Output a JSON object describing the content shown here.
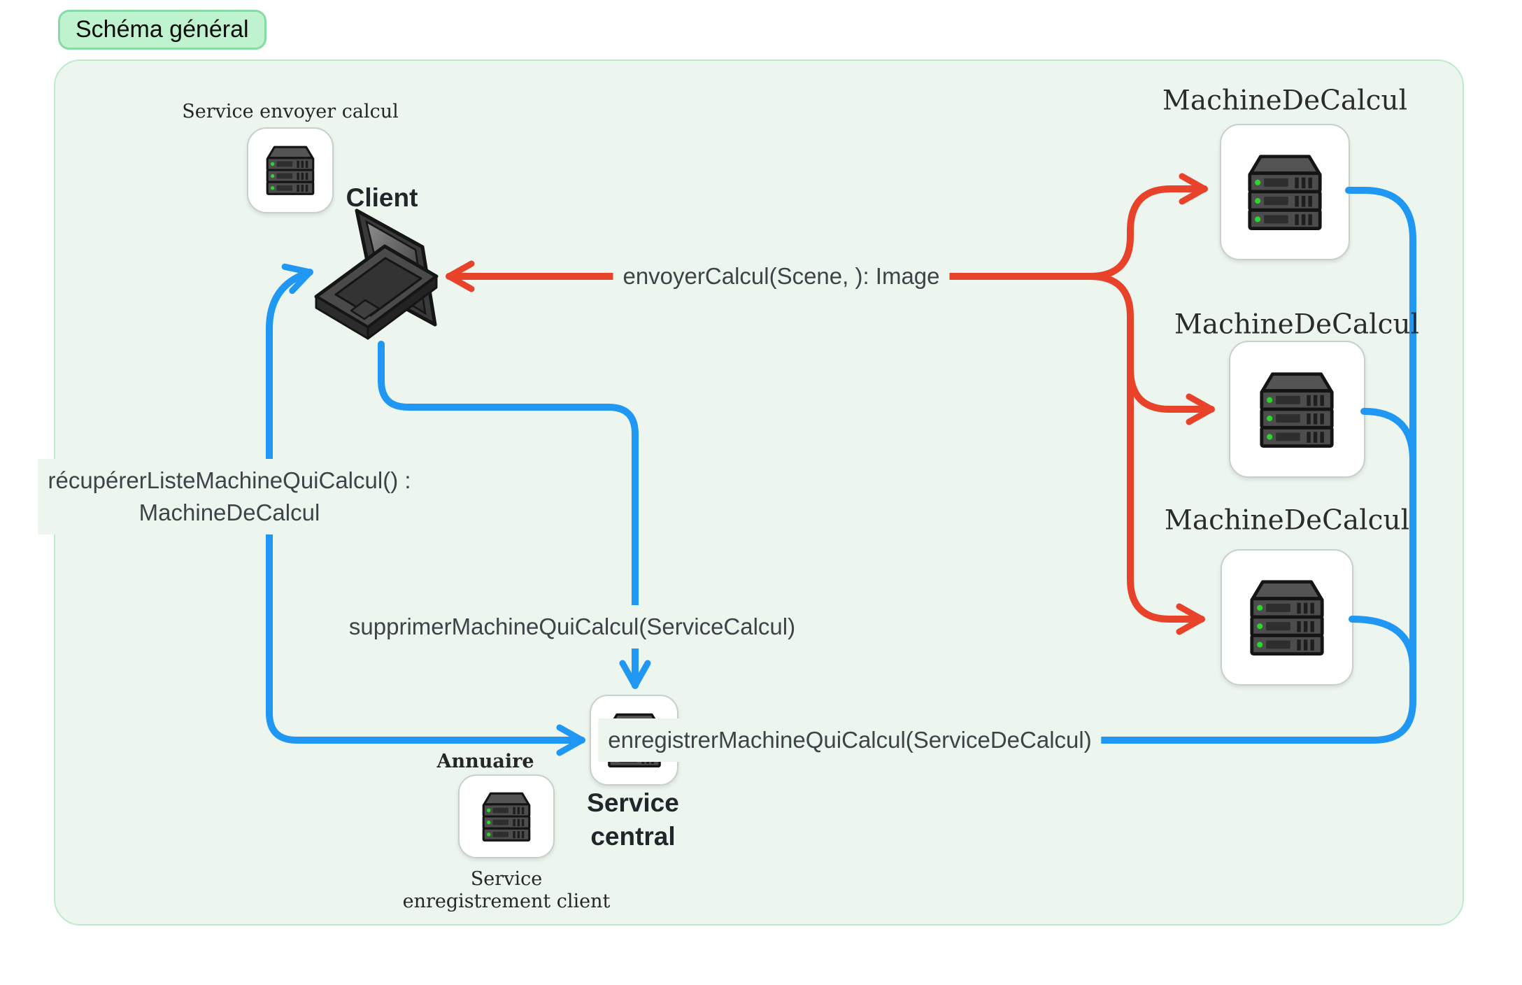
{
  "title_badge": "Schéma général",
  "colors": {
    "badge_bg": "#bff2cf",
    "badge_border": "#87dca5",
    "panel_bg": "#ecf6ef",
    "panel_border": "#bcebcb",
    "arrow_red": "#e8432a",
    "arrow_blue": "#2098f3",
    "led_green": "#2ed52e"
  },
  "client": {
    "label": "Client",
    "service_caption": "Service envoyer calcul"
  },
  "machines": [
    {
      "title": "MachineDeCalcul"
    },
    {
      "title": "MachineDeCalcul"
    },
    {
      "title": "MachineDeCalcul"
    }
  ],
  "central": {
    "label_line1": "Service",
    "label_line2": "central",
    "annuaire": "Annuaire",
    "caption_line1": "Service",
    "caption_line2": "enregistrement client"
  },
  "calls": {
    "envoyer": "envoyerCalcul(Scene, ): Image",
    "recuperer_line1": "récupérerListeMachineQuiCalcul() :",
    "recuperer_line2": "MachineDeCalcul",
    "supprimer": "supprimerMachineQuiCalcul(ServiceCalcul)",
    "enregistrer": "enregistrerMachineQuiCalcul(ServiceDeCalcul)"
  }
}
